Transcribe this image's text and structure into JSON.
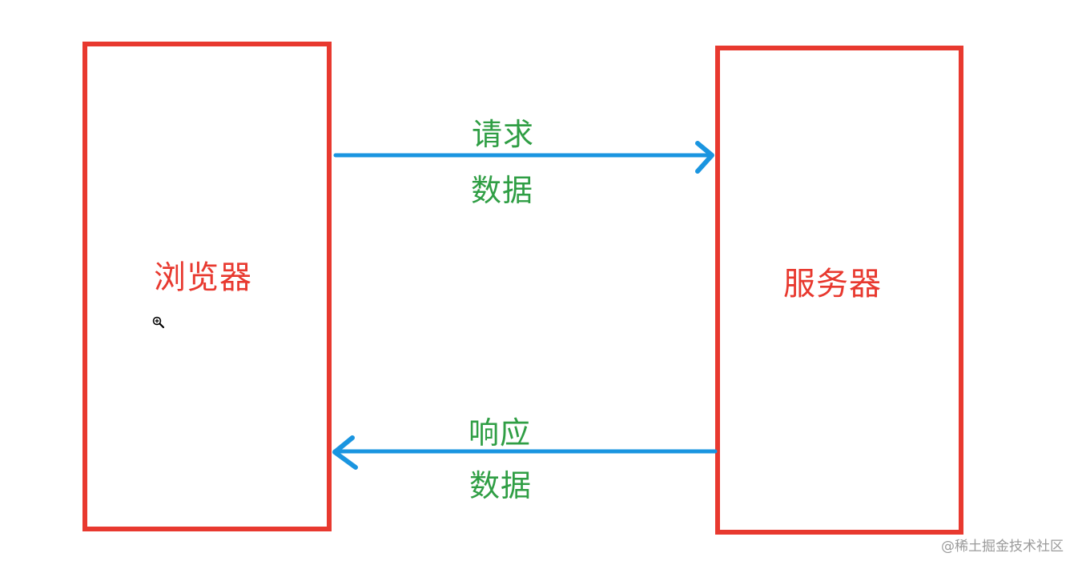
{
  "diagram": {
    "nodes": [
      {
        "id": "browser",
        "label": "浏览器",
        "color": "#e8392f"
      },
      {
        "id": "server",
        "label": "服务器",
        "color": "#e8392f"
      }
    ],
    "edges": [
      {
        "from": "browser",
        "to": "server",
        "label_top": "请求",
        "label_bottom": "数据",
        "color": "#1a95e0"
      },
      {
        "from": "server",
        "to": "browser",
        "label_top": "响应",
        "label_bottom": "数据",
        "color": "#1a95e0"
      }
    ],
    "label_color": "#2f9e44"
  },
  "cursor": {
    "icon": "zoom-in-cursor-icon"
  },
  "watermark": "@稀土掘金技术社区"
}
